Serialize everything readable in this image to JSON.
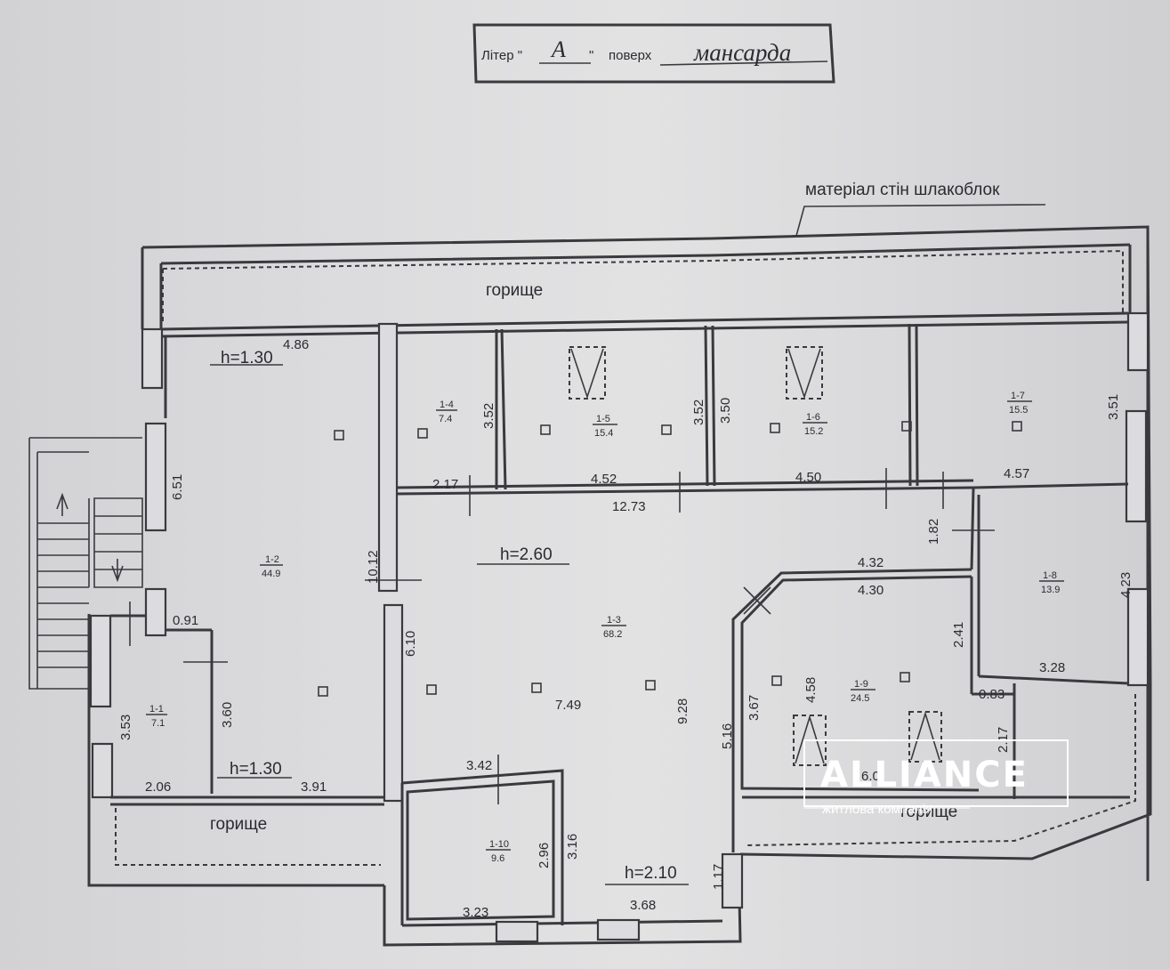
{
  "header": {
    "liter_label": "Літер \"",
    "liter_value": "А",
    "liter_close": "\"",
    "floor_label": "поверх",
    "floor_value": "мансарда"
  },
  "wall_material": "матеріал стін шлакоблок",
  "attic_label": "горище",
  "heights": {
    "left_big": "h=1.30",
    "left_small": "h=1.30",
    "hall": "h=2.60",
    "bottom": "h=2.10"
  },
  "rooms": [
    {
      "id": "1-1",
      "area": "7.1"
    },
    {
      "id": "1-2",
      "area": "44.9"
    },
    {
      "id": "1-3",
      "area": "68.2"
    },
    {
      "id": "1-4",
      "area": "7.4"
    },
    {
      "id": "1-5",
      "area": "15.4"
    },
    {
      "id": "1-6",
      "area": "15.2"
    },
    {
      "id": "1-7",
      "area": "15.5"
    },
    {
      "id": "1-8",
      "area": "13.9"
    },
    {
      "id": "1-9",
      "area": "24.5"
    },
    {
      "id": "1-10",
      "area": "9.6"
    }
  ],
  "dimensions": [
    "4.86",
    "6.51",
    "10.12",
    "0.91",
    "3.60",
    "3.53",
    "2.06",
    "3.91",
    "3.52",
    "2.17",
    "4.52",
    "3.52",
    "12.73",
    "3.50",
    "4.50",
    "3.51",
    "4.57",
    "1.82",
    "4.32",
    "4.30",
    "2.41",
    "4.23",
    "3.28",
    "0.83",
    "2.17",
    "6.10",
    "7.49",
    "9.28",
    "5.16",
    "3.67",
    "4.58",
    "3.42",
    "2.96",
    "3.16",
    "3.23",
    "3.68",
    "1.17",
    "6.0"
  ],
  "logo": {
    "name": "ALLIANCE",
    "tagline": "житлова компанія"
  }
}
